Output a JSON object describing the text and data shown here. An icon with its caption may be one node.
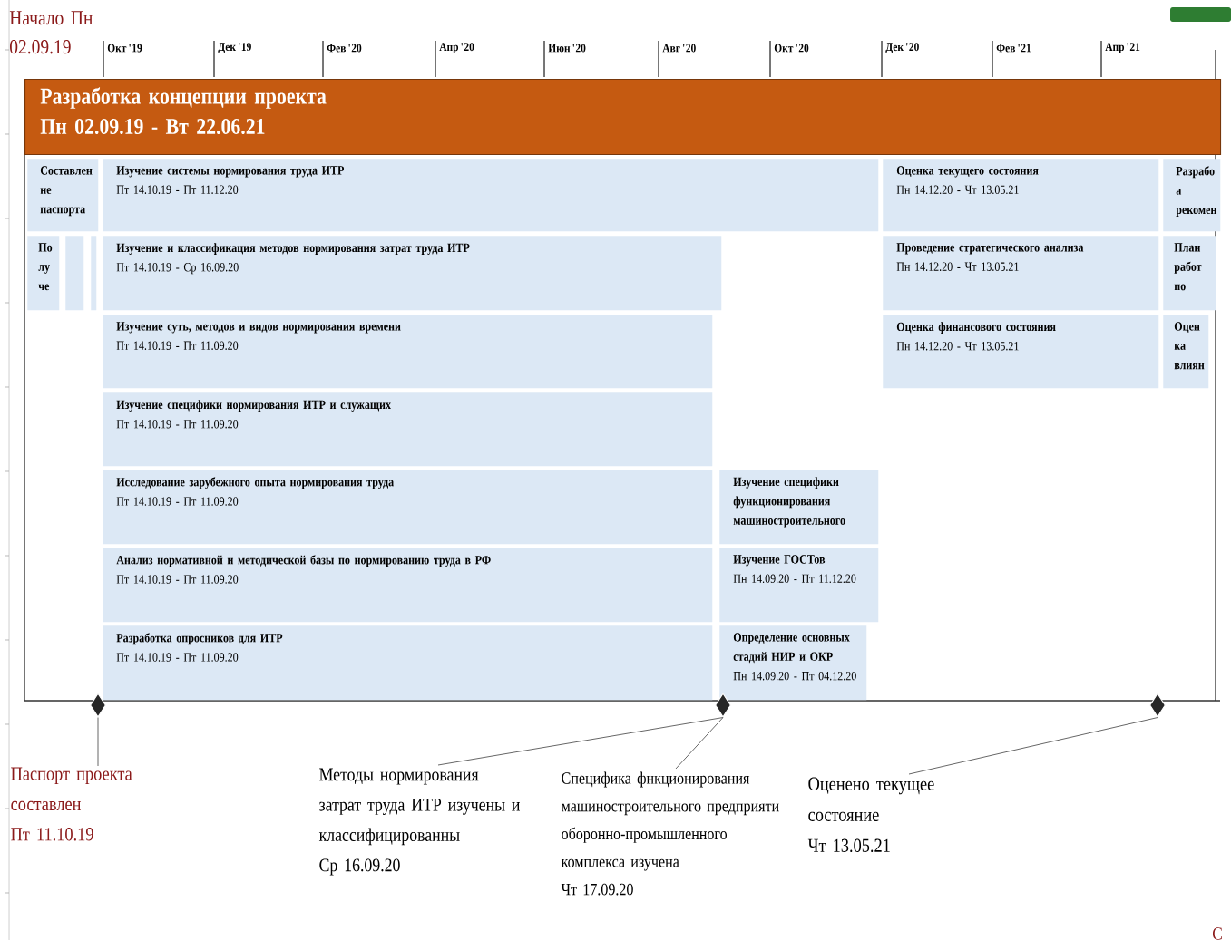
{
  "diagram": {
    "nodes": [
      {
        "text": [
          "Разработка концепции проекта",
          "Пн 02.09.19 - Вт 22.06.21"
        ]
      },
      {
        "text": [
          "Составлен не паспорта"
        ]
      },
      {
        "text": [
          "Изучение системы нормирования труда ИТР",
          "Пт 14.10.19 - Пт 11.12.20"
        ]
      },
      {
        "text": [
          "Оценка текущего состояния",
          "Пн 14.12.20 - Чт 13.05.21"
        ]
      },
      {
        "text": [
          "Разрабо а рекомен"
        ]
      },
      {
        "text": [
          "По лу че"
        ]
      },
      {
        "text": [],
        "shape": "box"
      },
      {
        "text": [],
        "shape": "box"
      },
      {
        "text": [
          "Изучение и классификация методов нормирования затрат труда ИТР",
          "Пт 14.10.19 - Ср 16.09.20"
        ]
      },
      {
        "text": [
          "Проведение стратегического анализа",
          "Пн 14.12.20 - Чт 13.05.21"
        ]
      },
      {
        "text": [
          "План работ по"
        ]
      },
      {
        "text": [
          "Изучение суть, методов и видов нормирования времени",
          "Пт 14.10.19 - Пт 11.09.20"
        ]
      },
      {
        "text": [
          "Оценка финансового состояния",
          "Пн 14.12.20 - Чт 13.05.21"
        ]
      },
      {
        "text": [
          "Оцен ка влиян"
        ]
      },
      {
        "text": [
          "Изучение специфики нормирования ИТР и служащих",
          "Пт 14.10.19 - Пт 11.09.20"
        ]
      },
      {
        "text": [
          "Исследование зарубежного опыта нормирования труда",
          "Пт 14.10.19 - Пт 11.09.20"
        ]
      },
      {
        "text": [
          "Изучение специфики функционирования машиностроительного"
        ]
      },
      {
        "text": [
          "Анализ нормативной и методической базы по нормированию труда в РФ",
          "Пт 14.10.19 - Пт 11.09.20"
        ]
      },
      {
        "text": [
          "Изучение ГОСТов",
          "Пн 14.09.20 - Пт 11.12.20"
        ]
      },
      {
        "text": [
          "Разработка опросников для ИТР",
          "Пт 14.10.19 - Пт 11.09.20"
        ]
      },
      {
        "text": [
          "Определение основных стадий НИР и ОКР",
          "Пн 14.09.20 - Пт 04.12.20"
        ]
      },
      {
        "text": [],
        "shape": "diamond"
      },
      {
        "text": [],
        "shape": "diamond"
      },
      {
        "text": [],
        "shape": "diamond"
      },
      {
        "text": [
          "Паспорт проекта составлен",
          "Пт 11.10.19"
        ]
      },
      {
        "text": [
          "Методы нормирования затрат труда ИТР изучены и классифицированны",
          "Ср 16.09.20"
        ]
      },
      {
        "text": [
          "Специфика фнкционирования машиностроительного предприяти оборонно-промышленного комплекса изучена",
          "Чт 17.09.20"
        ]
      },
      {
        "text": [
          "Оценено текущее состояние",
          "Чт 13.05.21"
        ]
      }
    ],
    "edges": [
      {
        "from": 24,
        "to": 21,
        "arrow": "none"
      },
      {
        "from": 25,
        "to": 22,
        "arrow": "none"
      },
      {
        "from": 26,
        "to": 22,
        "arrow": "none"
      },
      {
        "from": 27,
        "to": 23,
        "arrow": "none"
      }
    ],
    "labels": [
      "Начало Пн 02.09.19",
      "Окт '19",
      "Дек '19",
      "Фев '20",
      "Апр '20",
      "Июн '20",
      "Авг '20",
      "Окт '20",
      "Дек '20",
      "Фев '21",
      "Апр '21",
      "С"
    ]
  }
}
